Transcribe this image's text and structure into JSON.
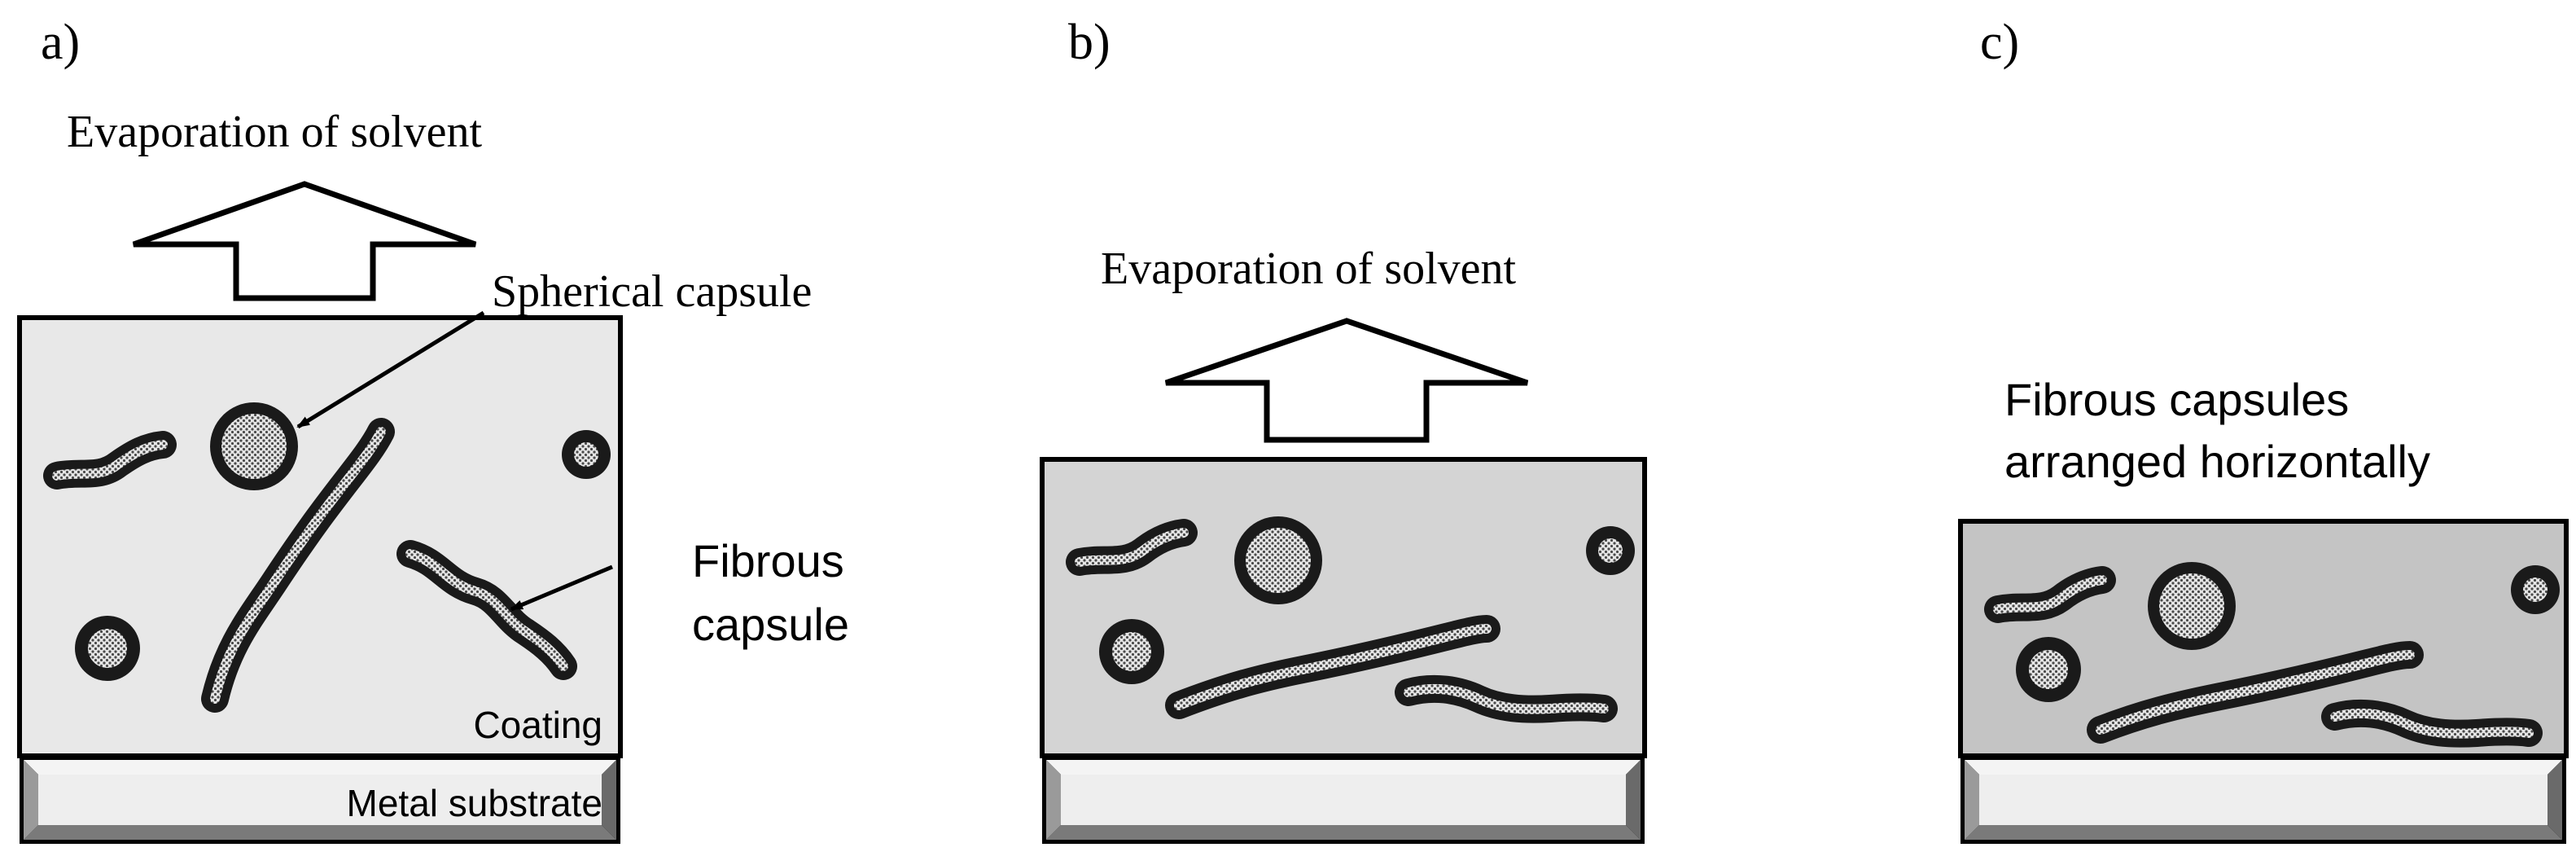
{
  "panels": [
    {
      "letter": "a)",
      "arrow_label": "Evaporation of solvent",
      "callout_spherical": "Spherical capsule",
      "callout_fibrous_line1": "Fibrous",
      "callout_fibrous_line2": "capsule",
      "coating_label": "Coating",
      "substrate_label": "Metal substrate"
    },
    {
      "letter": "b)",
      "arrow_label": "Evaporation of solvent"
    },
    {
      "letter": "c)",
      "caption_line1": "Fibrous capsules",
      "caption_line2": "arranged horizontally"
    }
  ],
  "colors": {
    "coating_initial": "#e8e8e8",
    "coating_mid": "#d4d4d4",
    "coating_final": "#c4c4c4",
    "capsule_shell": "#1a1a1a",
    "capsule_core": "#bdbdbd",
    "substrate_face": "#eeeeee",
    "substrate_bevel": "#8a8a8a"
  }
}
